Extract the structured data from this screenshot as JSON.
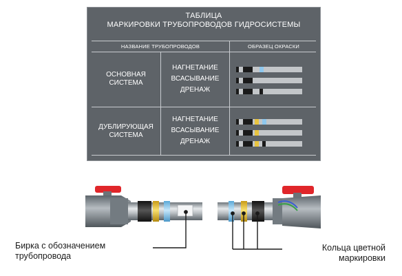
{
  "plate": {
    "title_line1": "ТАБЛИЦА",
    "title_line2": "МАРКИРОВКИ ТРУБОПРОВОДОВ ГИДРОСИСТЕМЫ",
    "col_header_name": "НАЗВАНИЕ ТРУБОПРОВОДОВ",
    "col_header_sample": "ОБРАЗЕЦ ОКРАСКИ",
    "systems": [
      {
        "name_line1": "ОСНОВНАЯ",
        "name_line2": "СИСТЕМА",
        "lines": [
          "НАГНЕТАНИЕ",
          "ВСАСЫВАНИЕ",
          "ДРЕНАЖ"
        ],
        "swatches": [
          [
            "#1a1a1a",
            "#1a1a1a",
            "#8fc8ee"
          ],
          [
            "#1a1a1a",
            "#1a1a1a"
          ],
          [
            "#1a1a1a",
            "#1a1a1a",
            "#1a1a1a"
          ]
        ]
      },
      {
        "name_line1": "ДУБЛИРУЮЩАЯ",
        "name_line2": "СИСТЕМА",
        "lines": [
          "НАГНЕТАНИЕ",
          "ВСАСЫВАНИЕ",
          "ДРЕНАЖ"
        ],
        "swatches": [
          [
            "#1a1a1a",
            "#e8c440",
            "#8fc8ee"
          ],
          [
            "#1a1a1a",
            "#e8c440"
          ],
          [
            "#1a1a1a",
            "#e8c440",
            "#1a1a1a"
          ]
        ]
      }
    ]
  },
  "colors": {
    "plate": "#5e6368",
    "black_ring": "#1a1a1a",
    "yellow_ring": "#e8c440",
    "blue_ring": "#8fc8ee",
    "valve_red": "#e0262a",
    "fitting": "#8e969c"
  },
  "captions": {
    "tag_line1": "Бирка с обозначением",
    "tag_line2": "трубопровода",
    "rings_line1": "Кольца цветной",
    "rings_line2": "маркировки"
  }
}
